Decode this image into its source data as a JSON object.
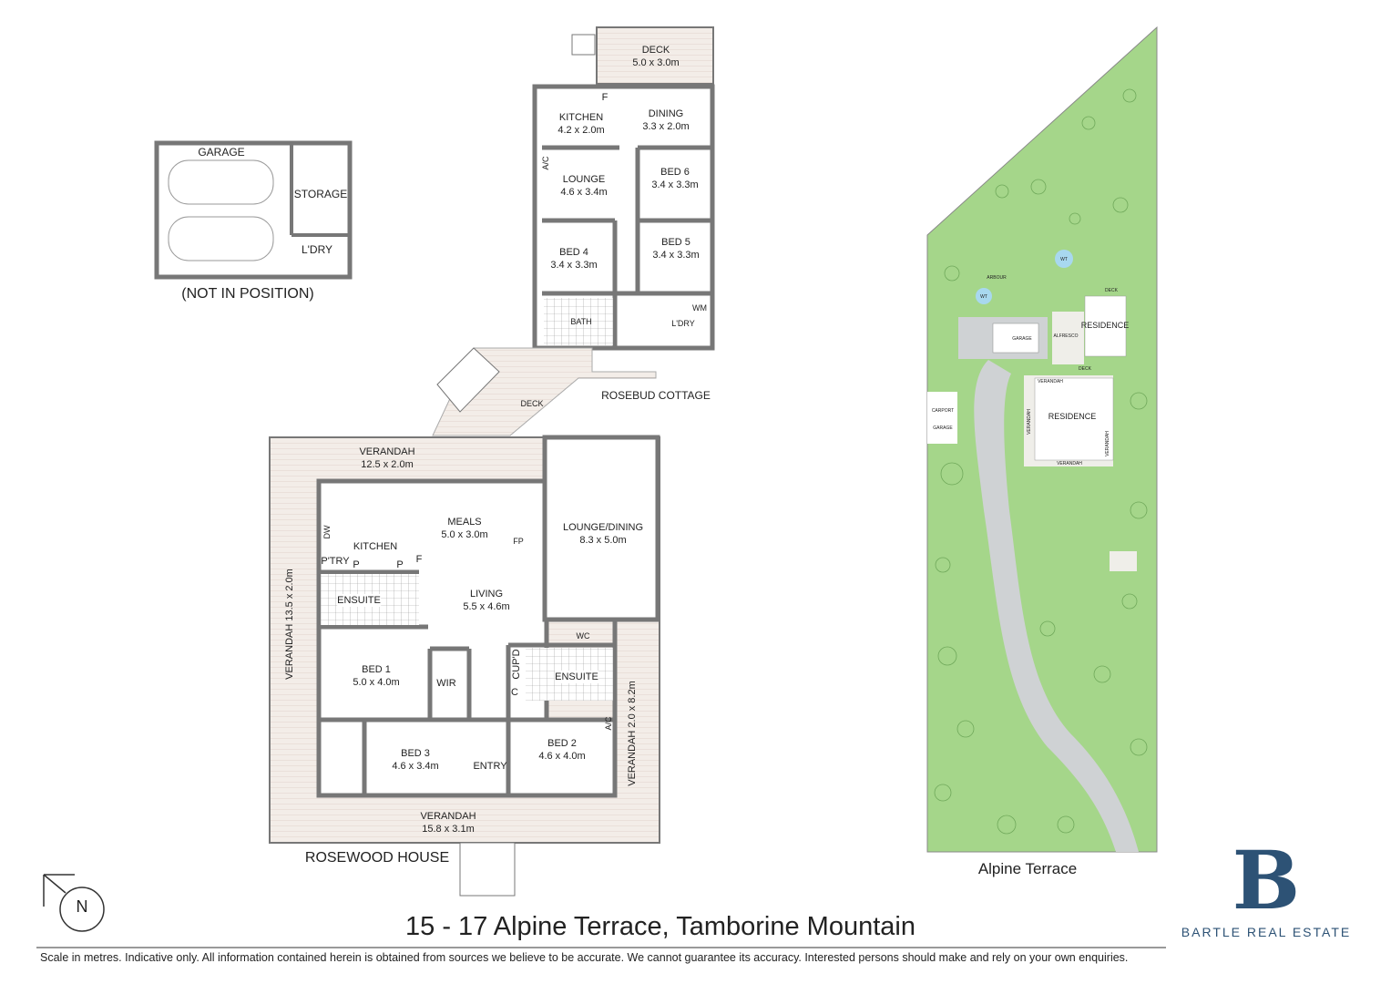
{
  "title": "15 - 17 Alpine Terrace,  Tamborine Mountain",
  "disclaimer": "Scale in metres. Indicative only. All information contained herein is obtained from sources we believe to be accurate. We cannot guarantee its accuracy. Interested persons should make and rely on your own enquiries.",
  "brand": {
    "logo_letter": "B",
    "name": "BARTLE REAL ESTATE",
    "color": "#2d5275"
  },
  "garage_plan": {
    "garage": "GARAGE",
    "storage": "STORAGE",
    "laundry": "L'DRY",
    "note": "(NOT IN POSITION)"
  },
  "cottage": {
    "name": "ROSEBUD COTTAGE",
    "deck": {
      "name": "DECK",
      "size": "5.0 x 3.0m"
    },
    "kitchen": {
      "name": "KITCHEN",
      "size": "4.2 x 2.0m"
    },
    "dining": {
      "name": "DINING",
      "size": "3.3 x 2.0m"
    },
    "lounge": {
      "name": "LOUNGE",
      "size": "4.6 x 3.4m"
    },
    "bed6": {
      "name": "BED 6",
      "size": "3.4 x 3.3m"
    },
    "bed4": {
      "name": "BED 4",
      "size": "3.4 x 3.3m"
    },
    "bed5": {
      "name": "BED 5",
      "size": "3.4 x 3.3m"
    },
    "bath": "BATH",
    "laundry": "L'DRY",
    "wm": "WM",
    "ac": "A/C",
    "fridge": "F",
    "deck2": "DECK"
  },
  "house": {
    "name": "ROSEWOOD HOUSE",
    "verandah_n": {
      "name": "VERANDAH",
      "size": "12.5 x 2.0m"
    },
    "verandah_w": "VERANDAH 13.5 x 2.0m",
    "verandah_e": "VERANDAH 2.0 x 8.2m",
    "verandah_s": {
      "name": "VERANDAH",
      "size": "15.8 x 3.1m"
    },
    "meals": {
      "name": "MEALS",
      "size": "5.0 x 3.0m"
    },
    "lounge_dining": {
      "name": "LOUNGE/DINING",
      "size": "8.3 x 5.0m"
    },
    "kitchen": "KITCHEN",
    "living": {
      "name": "LIVING",
      "size": "5.5 x 4.6m"
    },
    "ensuite1": "ENSUITE",
    "ensuite2": "ENSUITE",
    "bed1": {
      "name": "BED 1",
      "size": "5.0 x 4.0m"
    },
    "wir": "WIR",
    "bed2": {
      "name": "BED 2",
      "size": "4.6 x 4.0m"
    },
    "bed3": {
      "name": "BED 3",
      "size": "4.6 x 3.4m"
    },
    "entry": "ENTRY",
    "wc": "WC",
    "cupd": "CUP'D",
    "c": "C",
    "fp": "FP",
    "dw": "DW",
    "pantry": "P'TRY",
    "p": "P",
    "f": "F",
    "ac": "A/C"
  },
  "compass": "N",
  "site_plan": {
    "street": "Alpine Terrace",
    "labels": [
      "ARBOUR",
      "WT",
      "WT",
      "DECK",
      "RESIDENCE",
      "GARAGE",
      "ALFRESCO",
      "DECK",
      "VERANDAH",
      "VERANDAH",
      "VERANDAH",
      "VERANDAH",
      "RESIDENCE",
      "CARPORT",
      "GARAGE"
    ],
    "colors": {
      "lawn": "#a5d68a",
      "driveway": "#cfd2d4",
      "tank": "#a8d8ef"
    }
  }
}
